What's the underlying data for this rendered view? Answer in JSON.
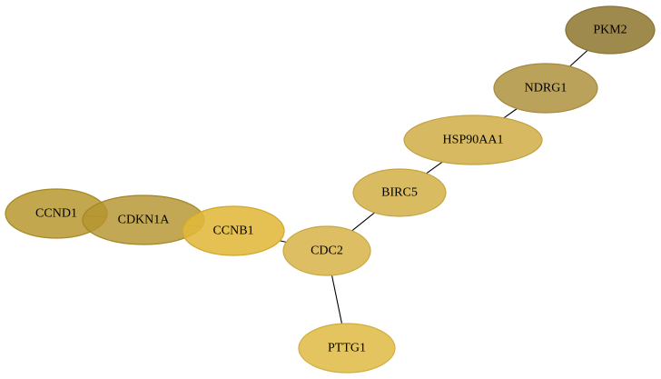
{
  "nodes": [
    {
      "id": "PKM2",
      "label": "PKM2",
      "fill": "#9a8444",
      "stroke": "#8a7434",
      "opacity": 0.95
    },
    {
      "id": "NDRG1",
      "label": "NDRG1",
      "fill": "#b59a4c",
      "stroke": "#a68b3e",
      "opacity": 0.92
    },
    {
      "id": "HSP90AA1",
      "label": "HSP90AA1",
      "fill": "#d3b352",
      "stroke": "#c2a242",
      "opacity": 0.92
    },
    {
      "id": "BIRC5",
      "label": "BIRC5",
      "fill": "#d6b555",
      "stroke": "#c5a444",
      "opacity": 0.92
    },
    {
      "id": "CDC2",
      "label": "CDC2",
      "fill": "#dab955",
      "stroke": "#c9a844",
      "opacity": 0.92
    },
    {
      "id": "PTTG1",
      "label": "PTTG1",
      "fill": "#e2bf50",
      "stroke": "#d1ae40",
      "opacity": 0.92
    },
    {
      "id": "CCND1",
      "label": "CCND1",
      "fill": "#b8982f",
      "stroke": "#a88822",
      "opacity": 0.85
    },
    {
      "id": "CDKN1A",
      "label": "CDKN1A",
      "fill": "#b49530",
      "stroke": "#a48524",
      "opacity": 0.82
    },
    {
      "id": "CCNB1",
      "label": "CCNB1",
      "fill": "#e0b83a",
      "stroke": "#d0a82c",
      "opacity": 0.88
    }
  ],
  "edges": [
    {
      "from": "PKM2",
      "to": "NDRG1"
    },
    {
      "from": "NDRG1",
      "to": "HSP90AA1"
    },
    {
      "from": "HSP90AA1",
      "to": "BIRC5"
    },
    {
      "from": "BIRC5",
      "to": "CDC2"
    },
    {
      "from": "CDC2",
      "to": "PTTG1"
    },
    {
      "from": "CCNB1",
      "to": "CDC2"
    },
    {
      "from": "CDKN1A",
      "to": "CCNB1"
    },
    {
      "from": "CCND1",
      "to": "CDKN1A"
    }
  ]
}
